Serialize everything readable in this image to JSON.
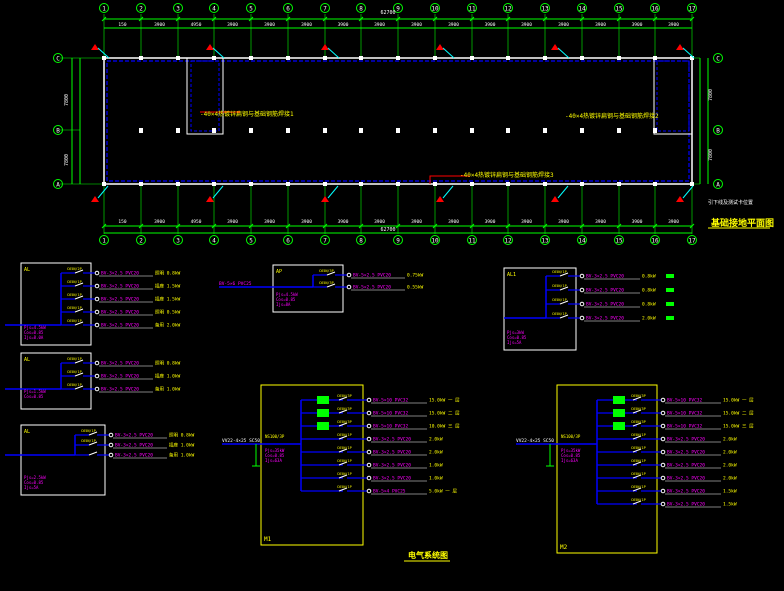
{
  "plan": {
    "title": "基础接地平面图",
    "note": "引下线及测试卡位置",
    "axis_numbers": [
      "1",
      "2",
      "3",
      "4",
      "5",
      "6",
      "7",
      "8",
      "9",
      "10",
      "11",
      "12",
      "13",
      "14",
      "15",
      "16",
      "17"
    ],
    "axis_letters": [
      "C",
      "B",
      "A"
    ],
    "top_spans": [
      "150",
      "3900",
      "4950",
      "3900",
      "3900",
      "3900",
      "3900",
      "3900",
      "3900",
      "3900",
      "3900",
      "3900",
      "3900",
      "3900",
      "3900",
      "3900",
      "150"
    ],
    "total_length": "62700",
    "side_dims": [
      "7800",
      "7800"
    ],
    "bar_labels": [
      "-40×4热镀锌扁钢与基础钢筋焊接1",
      "-40×4热镀锌扁钢与基础钢筋焊接2",
      "-40×4热镀锌扁钢与基础钢筋焊接3"
    ]
  },
  "system": {
    "title": "电气系统图",
    "colors": {
      "frame": "#ffff00",
      "bus": "#0000ff",
      "wire": "#ffffff",
      "cable": "#ff00ff",
      "load": "#ffff00",
      "grid": "#00ff00",
      "dim": "#ff0000"
    },
    "panels": [
      {
        "id": "AL",
        "incoming": "",
        "breakers": [
          "C65N/2P",
          "C65N/1P",
          "C65N/1P",
          "C65N/1P",
          "C65N/1P"
        ],
        "rating": "Pjs=4.5kW\nCos=0.85\nIjs=8.0A",
        "circuits": [
          {
            "cable": "BV-3×2.5 PVC20",
            "load": "照明 0.8kW"
          },
          {
            "cable": "BV-3×2.5 PVC20",
            "load": "插座 1.5kW"
          },
          {
            "cable": "BV-3×2.5 PVC20",
            "load": "插座 1.5kW"
          },
          {
            "cable": "BV-3×2.5 PVC20",
            "load": "照明 0.5kW"
          },
          {
            "cable": "BV-3×2.5 PVC20",
            "load": "备用 2.0kW"
          }
        ]
      },
      {
        "id": "AL",
        "incoming": "",
        "breakers": [
          "C65N/1P",
          "C65N/1P",
          "C65N/1P"
        ],
        "rating": "Pjs=1.5kW\nCos=0.85",
        "circuits": [
          {
            "cable": "BV-3×2.5 PVC20",
            "load": "照明 0.8kW"
          },
          {
            "cable": "BV-3×2.5 PVC20",
            "load": "插座 1.0kW"
          },
          {
            "cable": "BV-3×2.5 PVC20",
            "load": "备用 1.0kW"
          }
        ]
      },
      {
        "id": "AL",
        "incoming": "",
        "breakers": [
          "C65N/1P",
          "C65N/1P"
        ],
        "rating": "Pjs=2.5kW\nCos=0.85\nIjs=5A",
        "circuits": [
          {
            "cable": "BV-3×2.5 PVC20",
            "load": "照明 0.8kW"
          },
          {
            "cable": "BV-3×2.5 PVC20",
            "load": "插座 1.0kW"
          },
          {
            "cable": "BV-3×2.5 PVC20",
            "load": "备用 1.0kW"
          }
        ]
      },
      {
        "id": "AP",
        "incoming": "BV-5×6 PVC25",
        "breakers": [
          "C65N/3P",
          "C65N/3P"
        ],
        "rating": "Pjs=4.5kW\nCos=0.85\nIjs=8A",
        "circuits": [
          {
            "cable": "BV-5×2.5 PVC20",
            "load": "0.75kW"
          },
          {
            "cable": "BV-5×2.5 PVC20",
            "load": "0.55kW"
          }
        ]
      },
      {
        "id": "AL1",
        "incoming": "",
        "breakers": [
          "C65N/1P",
          "C65N/1P",
          "C65N/1P",
          "C65N/1P"
        ],
        "rating": "Pjs=3kW\nCos=0.85\nIjs=5A",
        "circuits": [
          {
            "cable": "BV-3×2.5 PVC20",
            "load": "0.8kW"
          },
          {
            "cable": "BV-3×2.5 PVC20",
            "load": "0.8kW"
          },
          {
            "cable": "BV-3×2.5 PVC20",
            "load": "0.8kW"
          },
          {
            "cable": "BV-3×2.5 PVC20",
            "load": "2.0kW"
          }
        ]
      },
      {
        "id": "M1",
        "incoming": "VV22-4×25 SC50",
        "breakers": [
          "NS100/3P",
          "C65N/3P",
          "C65N/3P",
          "C65N/3P",
          "C65N/1P",
          "C65N/1P",
          "C65N/1P",
          "C65N/1P",
          "C65N/1P"
        ],
        "rating": "Pjs=35kW\nCos=0.85\nIjs=63A",
        "circuits": [
          {
            "cable": "BV-5×10 PVC32",
            "load": "15.0kW 一 层"
          },
          {
            "cable": "BV-5×10 PVC32",
            "load": "15.0kW 二 层"
          },
          {
            "cable": "BV-5×10 PVC32",
            "load": "10.0kW 三 层"
          },
          {
            "cable": "BV-3×2.5 PVC20",
            "load": "2.0kW"
          },
          {
            "cable": "BV-3×2.5 PVC20",
            "load": "2.0kW"
          },
          {
            "cable": "BV-3×2.5 PVC20",
            "load": "1.0kW"
          },
          {
            "cable": "BV-3×2.5 PVC20",
            "load": "1.0kW"
          },
          {
            "cable": "BV-5×4 PVC25",
            "load": "5.0kW 一 层"
          }
        ]
      },
      {
        "id": "M2",
        "incoming": "VV22-4×25 SC50",
        "breakers": [
          "NS100/3P",
          "C65N/3P",
          "C65N/3P",
          "C65N/3P",
          "C65N/1P",
          "C65N/1P",
          "C65N/1P",
          "C65N/1P",
          "C65N/1P",
          "C65N/1P"
        ],
        "rating": "Pjs=35kW\nCos=0.85\nIjs=63A",
        "circuits": [
          {
            "cable": "BV-5×10 PVC32",
            "load": "15.0kW 一 层"
          },
          {
            "cable": "BV-5×10 PVC32",
            "load": "15.0kW 二 层"
          },
          {
            "cable": "BV-5×10 PVC32",
            "load": "15.0kW 三 层"
          },
          {
            "cable": "BV-3×2.5 PVC20",
            "load": "2.0kW"
          },
          {
            "cable": "BV-3×2.5 PVC20",
            "load": "2.0kW"
          },
          {
            "cable": "BV-3×2.5 PVC20",
            "load": "2.0kW"
          },
          {
            "cable": "BV-3×2.5 PVC20",
            "load": "2.0kW"
          },
          {
            "cable": "BV-3×2.5 PVC20",
            "load": "1.5kW"
          },
          {
            "cable": "BV-3×2.5 PVC20",
            "load": "1.5kW"
          }
        ]
      }
    ]
  }
}
